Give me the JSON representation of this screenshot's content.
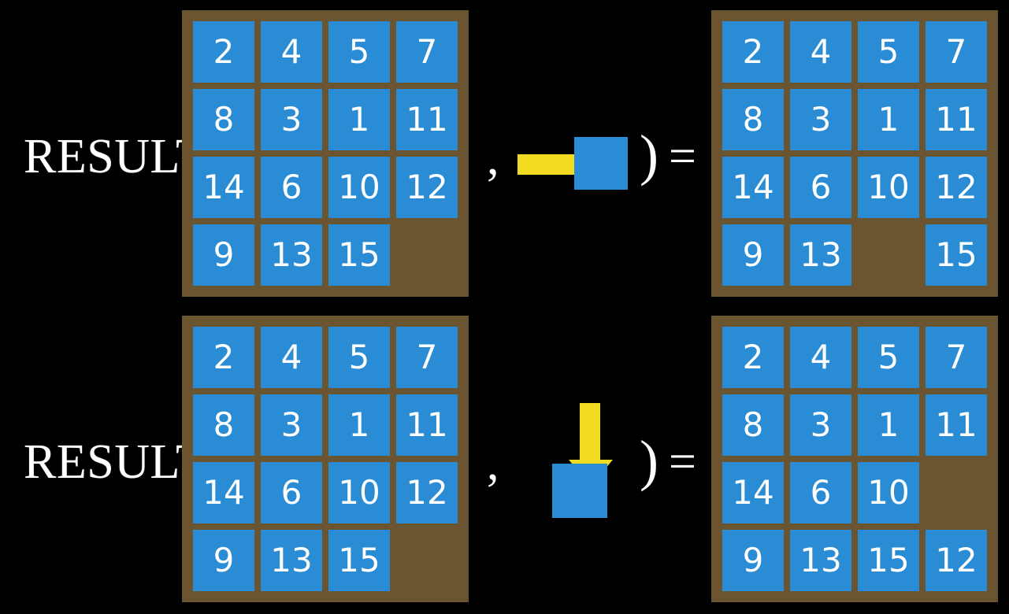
{
  "page": {
    "background_color": "#000000",
    "title_text": "RESULT("
  },
  "colors": {
    "board_frame": "#6b5430",
    "tile": "#2a8cd4",
    "tile_text": "#ffffff",
    "arrow": "#f2dc21",
    "text": "#ffffff",
    "background": "#000000"
  },
  "symbols": {
    "comma": ",",
    "close_paren": ")",
    "equals": "="
  },
  "rows": [
    {
      "id": "row-1",
      "label": "RESULT(",
      "comma": ",",
      "close_paren": ")",
      "equals": "=",
      "action": {
        "name": "move-right",
        "icon": "arrow-right-icon",
        "description": "blank tile slides right"
      },
      "input_board": {
        "name": "input-board-row-1",
        "cells": [
          [
            "2",
            "4",
            "5",
            "7"
          ],
          [
            "8",
            "3",
            "1",
            "11"
          ],
          [
            "14",
            "6",
            "10",
            "12"
          ],
          [
            "9",
            "13",
            "15",
            ""
          ]
        ]
      },
      "output_board": {
        "name": "output-board-row-1",
        "cells": [
          [
            "2",
            "4",
            "5",
            "7"
          ],
          [
            "8",
            "3",
            "1",
            "11"
          ],
          [
            "14",
            "6",
            "10",
            "12"
          ],
          [
            "9",
            "13",
            "",
            "15"
          ]
        ]
      }
    },
    {
      "id": "row-2",
      "label": "RESULT(",
      "comma": ",",
      "close_paren": ")",
      "equals": "=",
      "action": {
        "name": "move-down",
        "icon": "arrow-down-icon",
        "description": "blank tile slides down"
      },
      "input_board": {
        "name": "input-board-row-2",
        "cells": [
          [
            "2",
            "4",
            "5",
            "7"
          ],
          [
            "8",
            "3",
            "1",
            "11"
          ],
          [
            "14",
            "6",
            "10",
            "12"
          ],
          [
            "9",
            "13",
            "15",
            ""
          ]
        ]
      },
      "output_board": {
        "name": "output-board-row-2",
        "cells": [
          [
            "2",
            "4",
            "5",
            "7"
          ],
          [
            "8",
            "3",
            "1",
            "11"
          ],
          [
            "14",
            "6",
            "10",
            ""
          ],
          [
            "9",
            "13",
            "15",
            "12"
          ]
        ]
      }
    }
  ]
}
